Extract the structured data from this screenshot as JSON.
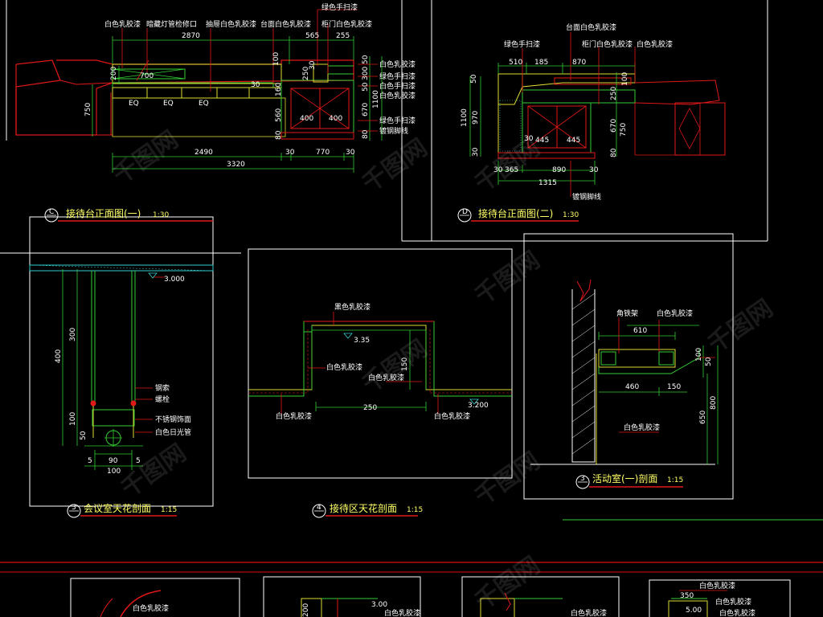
{
  "drawing": {
    "top_left": {
      "title": "接待台正面图(一)",
      "scale": "1:30",
      "badge": "C",
      "labels": [
        "白色乳胶漆",
        "暗藏灯管检修口",
        "抽屉白色乳胶漆",
        "台面白色乳胶漆",
        "绿色手扫漆",
        "柜门白色乳胶漆",
        "白色乳胶漆",
        "绿色手扫漆",
        "白色手扫漆",
        "白色乳胶漆",
        "绿色手扫漆",
        "镀钢脚线"
      ],
      "dims": [
        "2870",
        "565",
        "255",
        "700",
        "200",
        "750",
        "EQ",
        "EQ",
        "EQ",
        "400",
        "400",
        "100",
        "30",
        "250",
        "30",
        "160",
        "560",
        "80",
        "50",
        "300",
        "50",
        "1100",
        "670",
        "80",
        "2490",
        "30",
        "770",
        "30",
        "3320"
      ]
    },
    "top_right": {
      "title": "接待台正面图(二)",
      "scale": "1:30",
      "badge": "D",
      "labels": [
        "台面白色乳胶漆",
        "绿色手扫漆",
        "柜门白色乳胶漆",
        "白色乳胶漆",
        "镀钢脚线"
      ],
      "dims": [
        "510",
        "185",
        "870",
        "50",
        "1100",
        "970",
        "30",
        "100",
        "250",
        "30",
        "445",
        "445",
        "670",
        "750",
        "80",
        "30",
        "365",
        "890",
        "30",
        "1315"
      ]
    },
    "meeting": {
      "title": "会议室天花剖面",
      "scale": "1:15",
      "badge": "3",
      "labels": [
        "钢索",
        "螺栓",
        "不锈钢饰面",
        "白色日光管"
      ],
      "dims": [
        "3.000",
        "400",
        "300",
        "100",
        "50",
        "90",
        "5",
        "5",
        "100"
      ]
    },
    "reception": {
      "title": "接待区天花剖面",
      "scale": "1:15",
      "badge": "4",
      "labels": [
        "黑色乳胶漆",
        "白色乳胶漆",
        "白色乳胶漆",
        "白色乳胶漆",
        "白色乳胶漆"
      ],
      "dims": [
        "3.35",
        "150",
        "250",
        "3.200"
      ]
    },
    "activity": {
      "title": "活动室(一)剖面",
      "scale": "1:15",
      "badge": "3",
      "labels": [
        "角铁架",
        "白色乳胶漆",
        "白色乳胶漆"
      ],
      "dims": [
        "610",
        "100",
        "50",
        "460",
        "150",
        "650",
        "800"
      ]
    },
    "bottom": {
      "labels": [
        "白色乳胶漆",
        "白色乳胶漆",
        "白色乳胶漆",
        "白色乳胶漆",
        "白色乳胶漆",
        "白色乳胶漆"
      ],
      "dims": [
        "200",
        "3.00",
        "350",
        "5.00"
      ]
    },
    "watermark": "千图网",
    "colors": {
      "background": "#000000",
      "red": "#e01818",
      "yellow": "#ffff33",
      "green": "#33cc33",
      "cyan": "#33cccc",
      "white": "#ffffff",
      "title": "#ffff66"
    }
  }
}
